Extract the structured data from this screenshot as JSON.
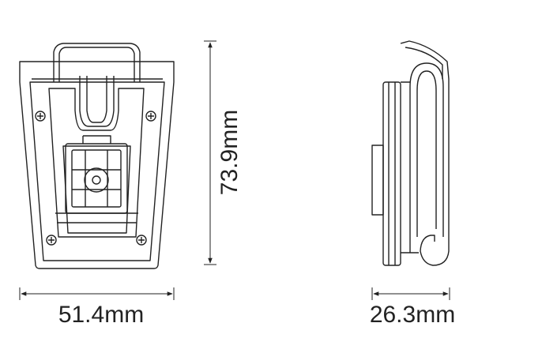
{
  "dimensions": {
    "width_label": "51.4mm",
    "height_label": "73.9mm",
    "depth_label": "26.3mm"
  },
  "colors": {
    "line": "#222222",
    "background": "#ffffff"
  }
}
